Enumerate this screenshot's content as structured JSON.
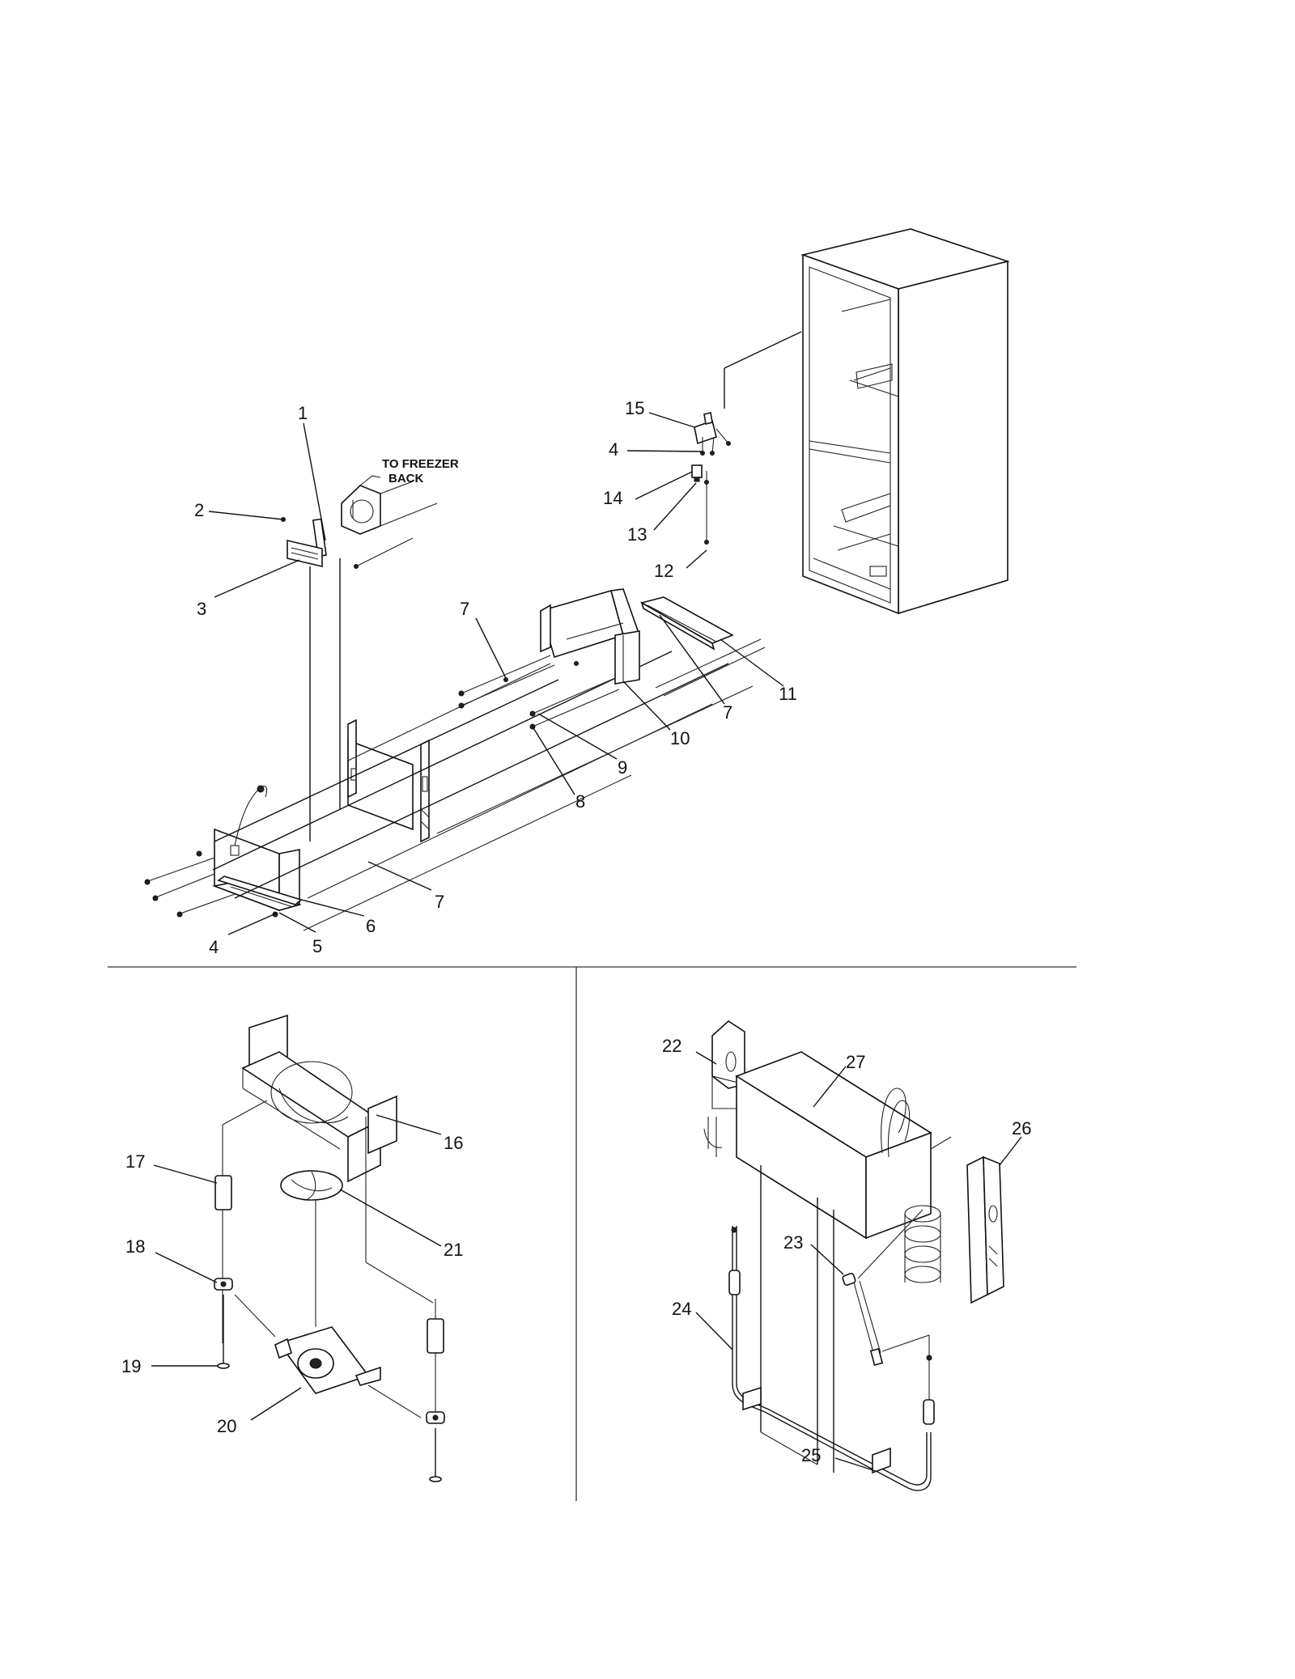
{
  "note": {
    "line1": "TO FREEZER",
    "line2": "BACK"
  },
  "labels": {
    "l1": "1",
    "l2": "2",
    "l3": "3",
    "l4a": "4",
    "l4b": "4",
    "l5": "5",
    "l6": "6",
    "l7a": "7",
    "l7b": "7",
    "l7c": "7",
    "l8": "8",
    "l9": "9",
    "l10": "10",
    "l11": "11",
    "l12": "12",
    "l13": "13",
    "l14": "14",
    "l15": "15",
    "l16": "16",
    "l17": "17",
    "l18": "18",
    "l19": "19",
    "l20": "20",
    "l21": "21",
    "l22": "22",
    "l23": "23",
    "l24": "24",
    "l25": "25",
    "l26": "26",
    "l27": "27"
  }
}
